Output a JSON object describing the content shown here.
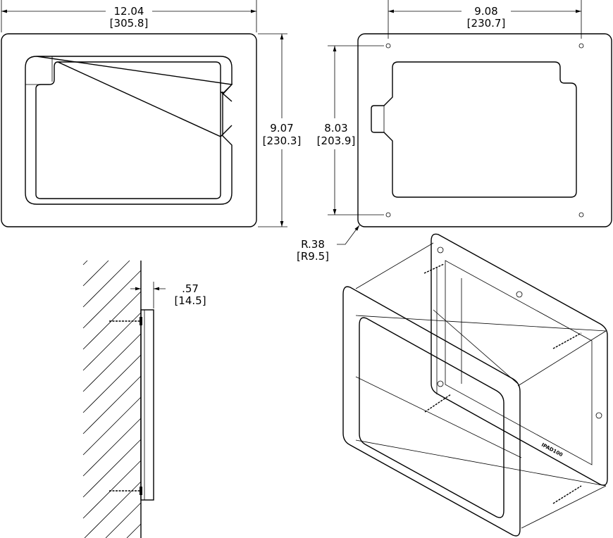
{
  "front_view": {
    "width_dim": {
      "imperial": "12.04",
      "metric": "[305.8]"
    },
    "height_dim": {
      "imperial": "9.07",
      "metric": "[230.3]"
    }
  },
  "back_plate_view": {
    "hole_spacing_horizontal": {
      "imperial": "9.08",
      "metric": "[230.7]"
    },
    "hole_spacing_vertical": {
      "imperial": "8.03",
      "metric": "[203.9]"
    },
    "corner_radius": {
      "imperial": "R.38",
      "metric": "[R9.5]"
    }
  },
  "side_view": {
    "depth_dim": {
      "imperial": ".57",
      "metric": "[14.5]"
    }
  },
  "isometric_view": {
    "part_label": "IPAD100"
  }
}
